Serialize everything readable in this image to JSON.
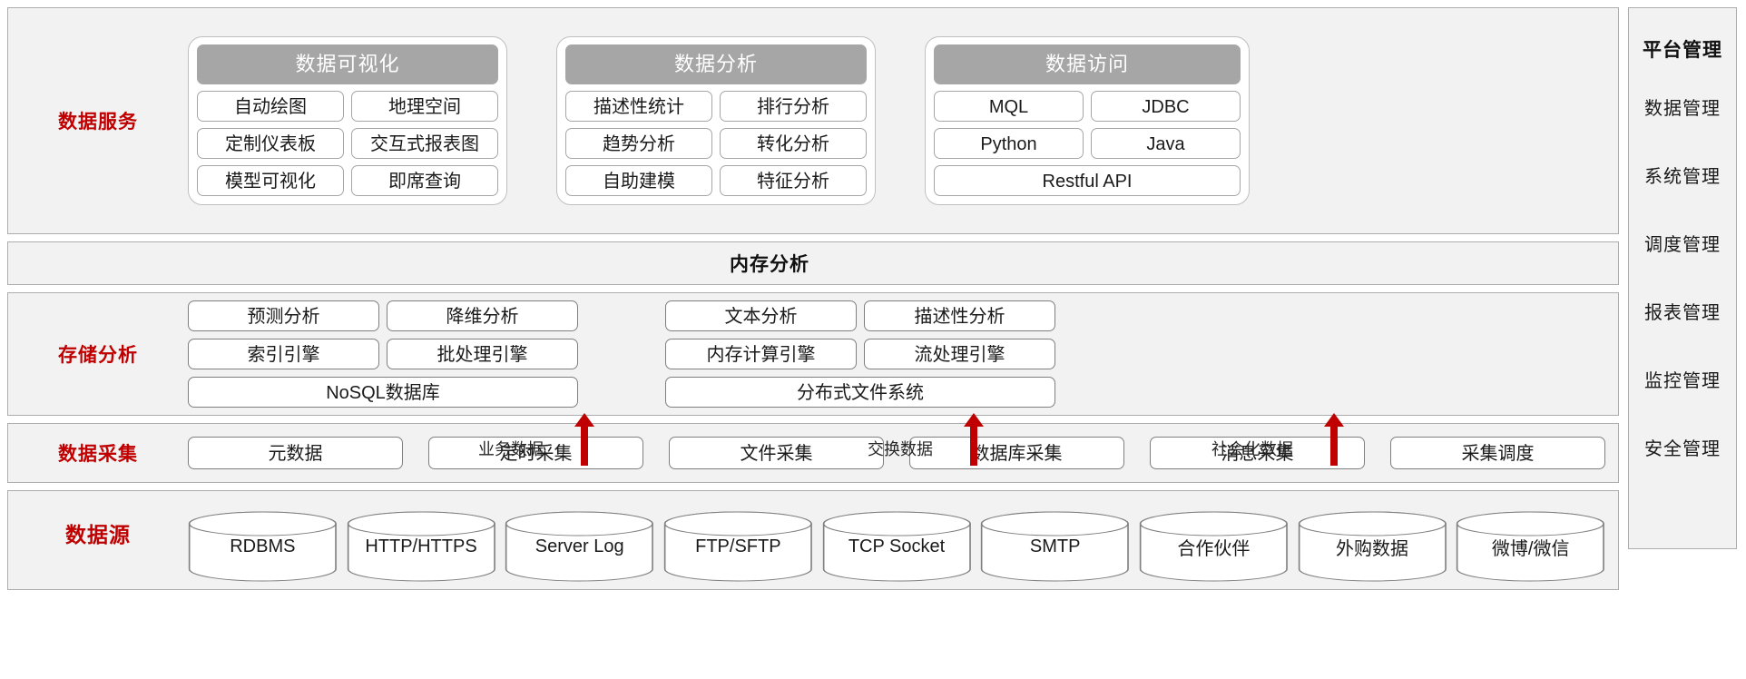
{
  "rows": {
    "data_service": {
      "label": "数据服务",
      "groups": [
        {
          "header": "数据可视化",
          "rows": [
            [
              "自动绘图",
              "地理空间"
            ],
            [
              "定制仪表板",
              "交互式报表图"
            ],
            [
              "模型可视化",
              "即席查询"
            ]
          ]
        },
        {
          "header": "数据分析",
          "rows": [
            [
              "描述性统计",
              "排行分析"
            ],
            [
              "趋势分析",
              "转化分析"
            ],
            [
              "自助建模",
              "特征分析"
            ]
          ]
        },
        {
          "header": "数据访问",
          "rows": [
            [
              "MQL",
              "JDBC"
            ],
            [
              "Python",
              "Java"
            ],
            [
              "Restful API"
            ]
          ]
        }
      ]
    },
    "memory_analysis": {
      "title": "内存分析"
    },
    "storage_analysis": {
      "label": "存储分析",
      "columns": [
        {
          "rows": [
            [
              "预测分析",
              "降维分析"
            ],
            [
              "索引引擎",
              "批处理引擎"
            ],
            [
              "NoSQL数据库"
            ]
          ]
        },
        {
          "rows": [
            [
              "文本分析",
              "描述性分析"
            ],
            [
              "内存计算引擎",
              "流处理引擎"
            ],
            [
              "分布式文件系统"
            ]
          ]
        }
      ]
    },
    "data_collection": {
      "label": "数据采集",
      "items": [
        "元数据",
        "定时采集",
        "文件采集",
        "数据库采集",
        "消息采集",
        "采集调度"
      ]
    },
    "data_source": {
      "label": "数据源",
      "items": [
        "RDBMS",
        "HTTP/HTTPS",
        "Server Log",
        "FTP/SFTP",
        "TCP Socket",
        "SMTP",
        "合作伙伴",
        "外购数据",
        "微博/微信"
      ]
    }
  },
  "flows": [
    {
      "label": "业务数据"
    },
    {
      "label": "交换数据"
    },
    {
      "label": "社会化数据"
    }
  ],
  "sidebar": {
    "title": "平台管理",
    "items": [
      "数据管理",
      "系统管理",
      "调度管理",
      "报表管理",
      "监控管理",
      "安全管理"
    ]
  },
  "colors": {
    "band_fill": "#f2f2f2",
    "band_border": "#adadad",
    "label_red": "#c00000",
    "group_header": "#a6a6a6",
    "arrow_red": "#c00000",
    "chip_border": "#a6a6a6"
  }
}
